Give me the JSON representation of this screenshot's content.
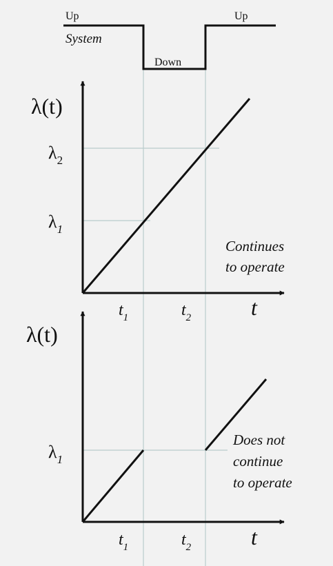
{
  "colors": {
    "background": "#f2f2f2",
    "ink": "#111111",
    "guide": "#b9cccc"
  },
  "state_bar": {
    "label_up_left": "Up",
    "label_system": "System",
    "label_down": "Down",
    "label_up_right": "Up"
  },
  "plot_continues": {
    "y_axis_label": "λ(t)",
    "y_tick_lambda2": {
      "base": "λ",
      "sub": "2"
    },
    "y_tick_lambda1": {
      "base": "λ",
      "sub": "1"
    },
    "x_tick_t1": {
      "base": "t",
      "sub": "1"
    },
    "x_tick_t2": {
      "base": "t",
      "sub": "2"
    },
    "x_axis_label": "t",
    "annotation_line1": "Continues",
    "annotation_line2": "to operate"
  },
  "plot_stops": {
    "y_axis_label": "λ(t)",
    "y_tick_lambda1": {
      "base": "λ",
      "sub": "1"
    },
    "x_tick_t1": {
      "base": "t",
      "sub": "1"
    },
    "x_tick_t2": {
      "base": "t",
      "sub": "2"
    },
    "x_axis_label": "t",
    "annotation_line1": "Does not",
    "annotation_line2": "continue",
    "annotation_line3": "to operate"
  }
}
